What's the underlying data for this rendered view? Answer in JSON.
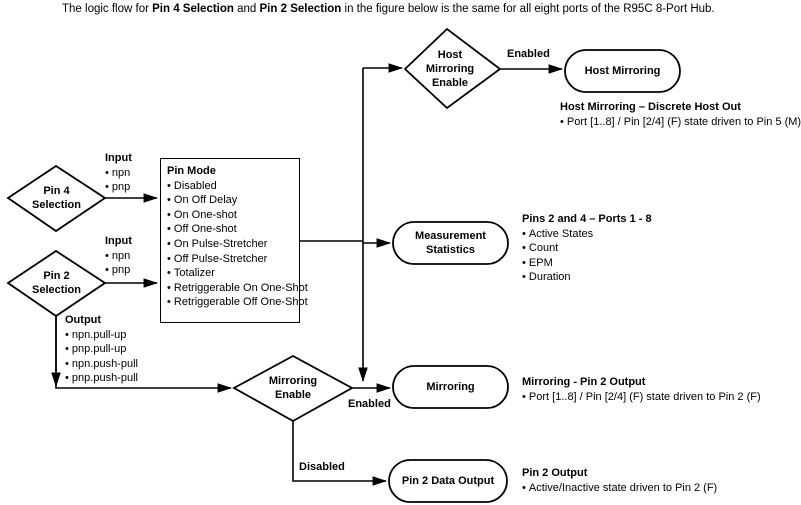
{
  "header": {
    "text_parts": [
      {
        "t": "The logic flow for ",
        "b": false
      },
      {
        "t": "Pin 4 Selection",
        "b": true
      },
      {
        "t": " and ",
        "b": false
      },
      {
        "t": "Pin 2 Selection",
        "b": true
      },
      {
        "t": " in the figure below is the same for all eight ports of the R95C 8-Port Hub.",
        "b": false
      }
    ],
    "plain": "The logic flow for Pin 4 Selection and Pin 2 Selection in the figure below is the same for all eight ports of the R95C 8-Port Hub."
  },
  "colors": {
    "stroke": "#000000",
    "background": "#ffffff",
    "text": "#000000"
  },
  "nodes": {
    "pin4_selection": {
      "label": "Pin 4\nSelection",
      "line1": "Pin 4",
      "line2": "Selection",
      "shape": "diamond"
    },
    "pin2_selection": {
      "label": "Pin 2\nSelection",
      "line1": "Pin 2",
      "line2": "Selection",
      "shape": "diamond"
    },
    "host_mirroring_enable": {
      "line1": "Host",
      "line2": "Mirroring",
      "line3": "Enable",
      "shape": "diamond"
    },
    "mirroring_enable": {
      "line1": "Mirroring",
      "line2": "Enable",
      "shape": "diamond"
    },
    "host_mirroring": {
      "label": "Host Mirroring",
      "shape": "rounded"
    },
    "measurement_statistics": {
      "line1": "Measurement",
      "line2": "Statistics",
      "shape": "rounded"
    },
    "mirroring": {
      "label": "Mirroring",
      "shape": "rounded"
    },
    "pin2_data_output": {
      "label": "Pin 2 Data Output",
      "shape": "rounded"
    }
  },
  "edge_labels": {
    "host_enabled": "Enabled",
    "mirroring_enabled": "Enabled",
    "mirroring_disabled": "Disabled"
  },
  "input_lists": {
    "pin4_input": {
      "heading": "Input",
      "items": [
        "npn",
        "pnp"
      ]
    },
    "pin2_input": {
      "heading": "Input",
      "items": [
        "npn",
        "pnp"
      ]
    },
    "output": {
      "heading": "Output",
      "items": [
        "npn.pull-up",
        "pnp.pull-up",
        "npn.push-pull",
        "pnp.push-pull"
      ]
    }
  },
  "pin_mode": {
    "heading": "Pin Mode",
    "items": [
      "Disabled",
      "On Off Delay",
      "On One-shot",
      "Off One-shot",
      "On Pulse-Stretcher",
      "Off Pulse-Stretcher",
      "Totalizer",
      "Retriggerable On One-Shot",
      "Retriggerable Off One-Shot"
    ]
  },
  "annotations": {
    "host_mirroring": {
      "heading": "Host Mirroring – Discrete Host Out",
      "items": [
        "Port [1..8] / Pin [2/4] (F) state driven to Pin 5 (M)"
      ]
    },
    "measurement": {
      "heading": "Pins 2 and 4 – Ports 1 - 8",
      "items": [
        "Active States",
        "Count",
        "EPM",
        "Duration"
      ]
    },
    "mirroring": {
      "heading": "Mirroring - Pin 2 Output",
      "items": [
        "Port [1..8] / Pin [2/4] (F) state driven to Pin 2 (F)"
      ]
    },
    "pin2_output": {
      "heading": "Pin 2 Output",
      "items": [
        "Active/Inactive state driven to Pin 2 (F)"
      ]
    }
  }
}
